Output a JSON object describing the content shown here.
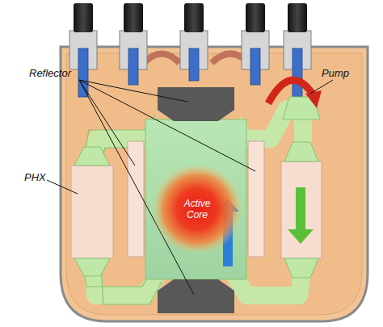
{
  "diagram": {
    "nodes": [
      {
        "text": [
          "Active Core"
        ]
      }
    ],
    "labels": [
      "Reflector",
      "PHX",
      "Pump"
    ]
  }
}
